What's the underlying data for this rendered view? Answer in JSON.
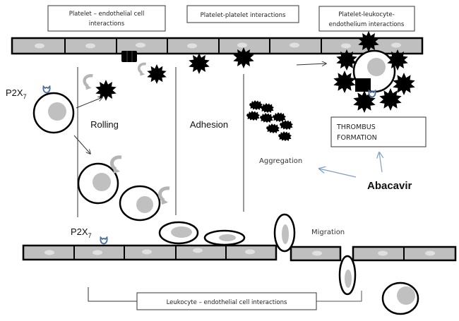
{
  "title_boxes": {
    "platelet_endothelial": [
      "Platelet – endothelial cell",
      "interactions"
    ],
    "platelet_platelet": [
      "Platelet-platelet interactions"
    ],
    "platelet_leukocyte_endothelium": [
      "Platelet-leukocyte-",
      "endothelium interactions"
    ]
  },
  "stages": {
    "rolling": "Rolling",
    "adhesion": "Adhesion",
    "aggregation": "Aggregation",
    "migration": "Migration"
  },
  "receptor": {
    "name": "P2X",
    "subscript": "7"
  },
  "thrombus_box": [
    "THROMBUS",
    "FORMATION"
  ],
  "drug": "Abacavir",
  "bottom_label": "Leukocyte – endothelial  cell interactions",
  "colors": {
    "endothelium_fill": "#bfbfbf",
    "nucleus_fill": "#c0c0c0",
    "cell_nucleus_light": "#e0e0e0",
    "platelet": "#000000",
    "receptor": "#4a6fa0",
    "drug_arrow": "#7f9fc7",
    "rotation_arrow": "#b5b5b5"
  }
}
